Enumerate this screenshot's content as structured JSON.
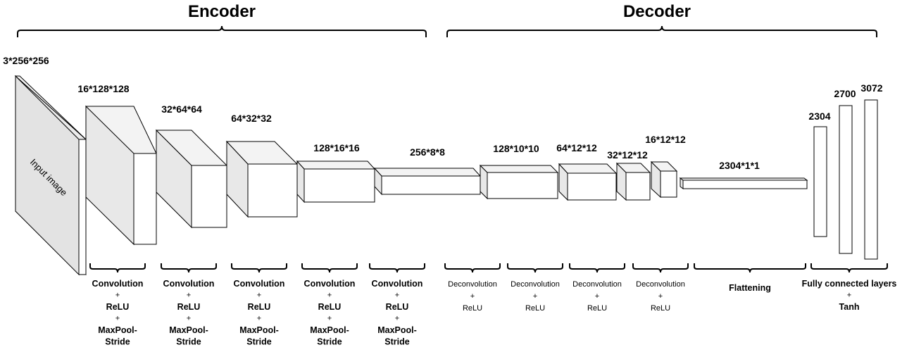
{
  "titles": {
    "encoder": "Encoder",
    "decoder": "Decoder"
  },
  "input_label": "Input image",
  "dims": {
    "d0": "3*256*256",
    "d1": "16*128*128",
    "d2": "32*64*64",
    "d3": "64*32*32",
    "d4": "128*16*16",
    "d5": "256*8*8",
    "d6": "128*10*10",
    "d7": "64*12*12",
    "d8": "32*12*12",
    "d9": "16*12*12",
    "d10": "2304*1*1",
    "fc1": "2304",
    "fc2": "2700",
    "fc3": "3072"
  },
  "ops": {
    "enc1": [
      "Convolution",
      "+",
      "ReLU",
      "+",
      "MaxPool-",
      "Stride"
    ],
    "enc2": [
      "Convolution",
      "+",
      "ReLU",
      "+",
      "MaxPool-",
      "Stride"
    ],
    "enc3": [
      "Convolution",
      "+",
      "ReLU",
      "+",
      "MaxPool-",
      "Stride"
    ],
    "enc4": [
      "Convolution",
      "+",
      "ReLU",
      "+",
      "MaxPool-",
      "Stride"
    ],
    "enc5": [
      "Convolution",
      "+",
      "ReLU",
      "+",
      "MaxPool-",
      "Stride"
    ],
    "dec1": [
      "Deconvolution",
      "+",
      "ReLU"
    ],
    "dec2": [
      "Deconvolution",
      "+",
      "ReLU"
    ],
    "dec3": [
      "Deconvolution",
      "+",
      "ReLU"
    ],
    "dec4": [
      "Deconvolution",
      "+",
      "ReLU"
    ],
    "flat": [
      "Flattening"
    ],
    "fc": [
      "Fully connected layers",
      "+",
      "Tanh"
    ]
  }
}
